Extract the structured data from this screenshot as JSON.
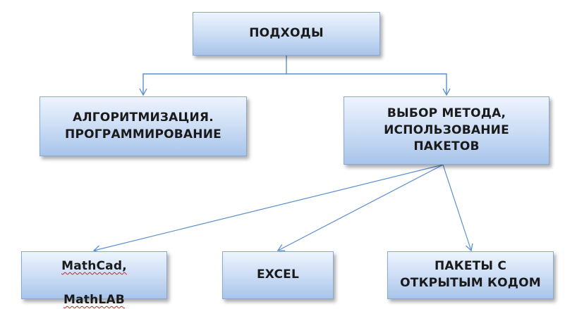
{
  "diagram": {
    "nodes": {
      "root": {
        "label": "ПОДХОДЫ"
      },
      "algo": {
        "label": "АЛГОРИТМИЗАЦИЯ.\nПРОГРАММИРОВАНИЕ"
      },
      "method": {
        "label": "ВЫБОР МЕТОДА,\nИСПОЛЬЗОВАНИЕ\nПАКЕТОВ"
      },
      "mathcad": {
        "line1": "MathCad,",
        "line2": "MathLAB"
      },
      "excel": {
        "label": "EXCEL"
      },
      "opensource": {
        "label": "ПАКЕТЫ С\nОТКРЫТЫМ КОДОМ"
      }
    },
    "edges": [
      {
        "from": "root",
        "to": "algo"
      },
      {
        "from": "root",
        "to": "method"
      },
      {
        "from": "method",
        "to": "mathcad"
      },
      {
        "from": "method",
        "to": "excel"
      },
      {
        "from": "method",
        "to": "opensource"
      }
    ],
    "colors": {
      "connector": "#5b8fcf",
      "box_top": "#eef4fd",
      "box_bottom": "#a8c4ea",
      "box_border": "#8aa8d0",
      "spellcheck_underline": "#d02020"
    }
  }
}
